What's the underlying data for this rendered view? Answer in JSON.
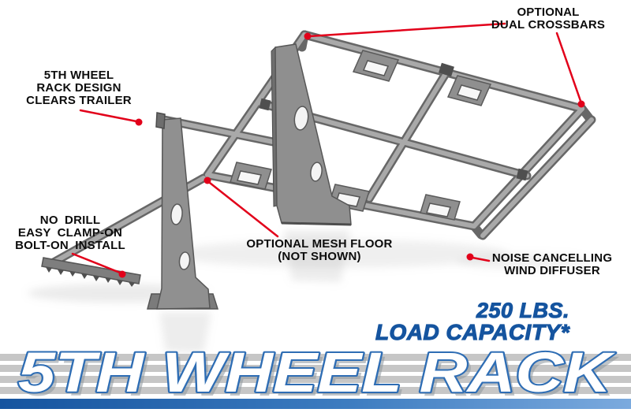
{
  "callouts": {
    "dual_crossbars": "OPTIONAL\nDUAL CROSSBARS",
    "clears_trailer": "5TH WHEEL\nRACK DESIGN\nCLEARS TRAILER",
    "no_drill": "NO DRILL\nEASY CLAMP-ON\nBOLT-ON INSTALL",
    "mesh_floor": "OPTIONAL MESH FLOOR\n(NOT SHOWN)",
    "wind_diffuser": "NOISE CANCELLING\nWIND DIFFUSER"
  },
  "capacity": {
    "line1": "250 LBS.",
    "line2": "LOAD CAPACITY*"
  },
  "banner": {
    "title": "5TH WHEEL RACK"
  },
  "colors": {
    "callout_red": "#e2001a",
    "capacity_blue": "#15549f",
    "banner_outline_blue": "#2e6db4",
    "rack_gray": "#9a9a9a"
  }
}
